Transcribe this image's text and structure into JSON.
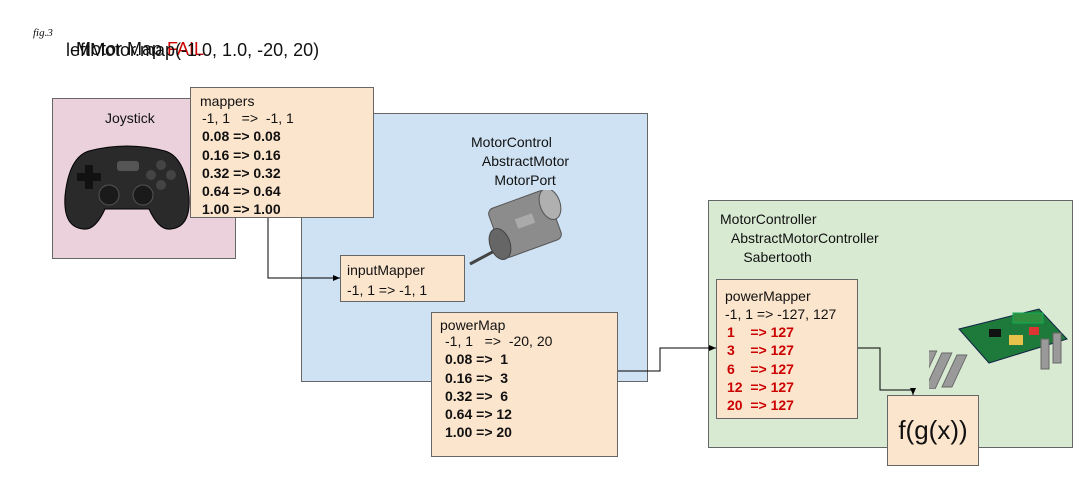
{
  "figure_label": "fig.3",
  "title": {
    "prefix": "Motor Map ",
    "status": "FAIL",
    "subtitle": "leftMotor.map(-1.0, 1.0, -20, 20)"
  },
  "joystick": {
    "label": "Joystick"
  },
  "mappers": {
    "title": "mappers",
    "lines": [
      {
        "text": "-1, 1   =>  -1, 1",
        "bold": false
      },
      {
        "text": "0.08 => 0.08",
        "bold": true
      },
      {
        "text": "0.16 => 0.16",
        "bold": true
      },
      {
        "text": "0.32 => 0.32",
        "bold": true
      },
      {
        "text": "0.64 => 0.64",
        "bold": true
      },
      {
        "text": "1.00 => 1.00",
        "bold": true
      }
    ]
  },
  "motor_control": {
    "lines": [
      "MotorControl",
      "   AbstractMotor",
      "      MotorPort"
    ]
  },
  "input_mapper": {
    "title": "inputMapper",
    "line": "-1, 1 => -1, 1"
  },
  "power_map": {
    "title": "powerMap",
    "lines": [
      {
        "text": "-1, 1   =>  -20, 20",
        "bold": false
      },
      {
        "text": "0.08 =>  1",
        "bold": true
      },
      {
        "text": "0.16 =>  3",
        "bold": true
      },
      {
        "text": "0.32 =>  6",
        "bold": true
      },
      {
        "text": "0.64 => 12",
        "bold": true
      },
      {
        "text": "1.00 => 20",
        "bold": true
      }
    ]
  },
  "motor_controller": {
    "lines": [
      "MotorController",
      "   AbstractMotorController",
      "      Sabertooth"
    ]
  },
  "power_mapper": {
    "title": "powerMapper",
    "line": "-1, 1 => -127, 127",
    "red_lines": [
      "1    => 127",
      "3    => 127",
      "6    => 127",
      "12  => 127",
      "20  => 127"
    ]
  },
  "function_box": {
    "label": "f(g(x))"
  },
  "colors": {
    "fail": "#cc0000",
    "peach": "#fce5cd",
    "blue": "#cfe2f3",
    "pink": "#ead1dc",
    "green": "#d9ead3"
  }
}
